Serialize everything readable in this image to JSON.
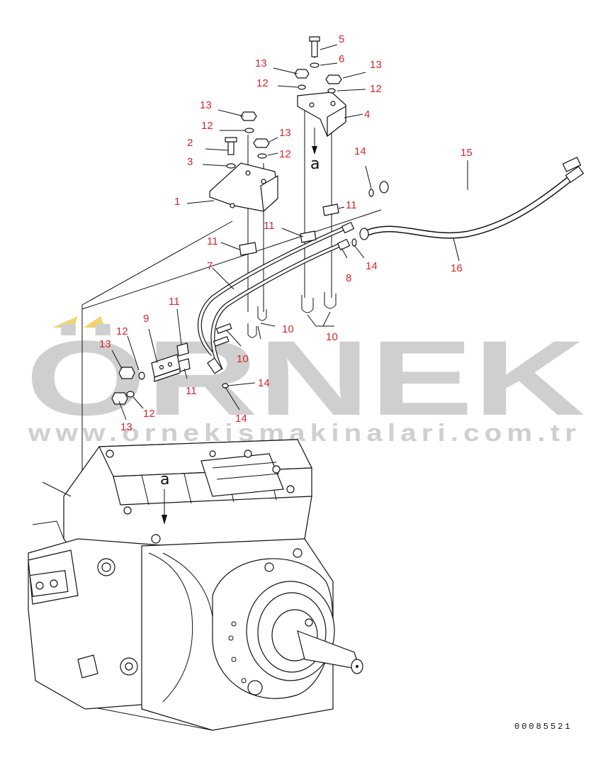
{
  "watermark": {
    "brand": "ÖRNEK",
    "url": "www.ornekismakinalari.com.tr",
    "accent_color": "#f2d36a",
    "text_color": "#cfcfcf"
  },
  "callout_color": "#d8262a",
  "view_marker": "a",
  "drawing_number": "00085521",
  "callouts": [
    "5",
    "6",
    "13",
    "13",
    "12",
    "12",
    "4",
    "13",
    "12",
    "13",
    "2",
    "12",
    "3",
    "1",
    "14",
    "15",
    "11",
    "11",
    "11",
    "7",
    "8",
    "14",
    "16",
    "11",
    "9",
    "10",
    "10",
    "12",
    "13",
    "10",
    "11",
    "14",
    "12",
    "14",
    "13"
  ]
}
